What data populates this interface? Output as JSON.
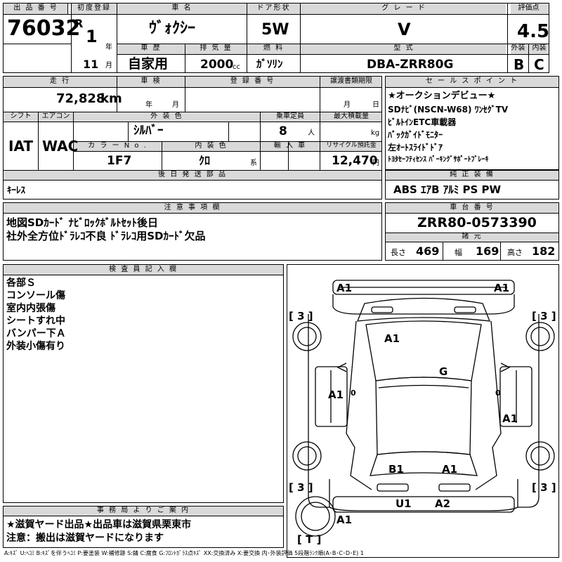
{
  "headers": {
    "lot_no": "出 品 番 号",
    "first_reg": "初度登録",
    "car_name": "車 名",
    "doors": "ドア形状",
    "grade": "グ レ ー ド",
    "score": "評価点",
    "history": "車 歴",
    "displacement": "排 気 量",
    "fuel": "燃 料",
    "model_code": "型 式",
    "exterior": "外装",
    "interior": "内装",
    "mileage": "走 行",
    "inspection": "車 検",
    "reg_no": "登 録 番 号",
    "transfer": "譲渡書類期限",
    "sales_points": "セ ー ル ス ポ イ ン ト",
    "shift": "シフト",
    "aircon": "エアコン",
    "ext_color": "外 装 色",
    "capacity": "乗車定員",
    "max_load": "最大積載量",
    "color_no": "カ ラ ー N o .",
    "int_color": "内 装 色",
    "import": "輸 入 車",
    "recycle": "リサイクル預託金",
    "later_parts": "後 日 発 送 部 品",
    "genuine_equipment": "純 正 装 備",
    "notes": "注 意 事 項 欄",
    "chassis_no": "車 台 番 号",
    "specs": "諸 元",
    "inspector": "検 査 員 記 入 欄",
    "office": "事 務 局 よ り ご 案 内"
  },
  "lot_no": "76032",
  "era": "R",
  "first_reg_year": "1",
  "year_unit": "年",
  "first_reg_month": "11",
  "month_unit": "月",
  "car_name": "ｳﾞｫｸｼｰ",
  "doors": "5W",
  "grade": "V",
  "score": "4.5",
  "history": "自家用",
  "displacement": "2000",
  "displacement_unit": "cc",
  "fuel": "ｶﾞｿﾘﾝ",
  "model_code": "DBA-ZRR80G",
  "exterior_grade": "B",
  "interior_grade": "C",
  "mileage": "72,828",
  "mileage_unit": "km",
  "inspection_year_unit": "年",
  "inspection_month_unit": "月",
  "transfer_month_unit": "月",
  "transfer_day_unit": "日",
  "sales_points": [
    "★オークションデビュー★",
    "SDﾅﾋﾞ(NSCN-W68) ﾜﾝｾｸﾞTV",
    "ﾋﾞﾙﾄｲﾝETC車載器",
    "ﾊﾞｯｸｶﾞｲﾄﾞﾓﾆﾀｰ",
    "左ｵｰﾄｽﾗｲﾄﾞﾄﾞｱ",
    "ﾄﾖﾀｾｰﾌﾃｨｾﾝｽ ﾊﾟｰｷﾝｸﾞｻﾎﾟｰﾄﾌﾞﾚｰｷ"
  ],
  "shift": "IAT",
  "aircon": "WAC",
  "ext_color": "ｼﾙﾊﾞｰ",
  "capacity": "8",
  "capacity_unit": "人",
  "max_load_unit": "kg",
  "color_no": "1F7",
  "int_color": "ｸﾛ",
  "int_color_unit": "系",
  "recycle": "12,470",
  "recycle_unit": "円",
  "later_parts": "ｷｰﾚｽ",
  "genuine_equipment": "ABS ｴｱB ｱﾙﾐ PS PW",
  "notes": [
    "地図SDｶｰﾄﾞ ﾅﾋﾞﾛｯｸﾎﾞﾙﾄｾｯﾄ後日",
    "社外全方位ﾄﾞﾗﾚｺ不良 ﾄﾞﾗﾚｺ用SDｶｰﾄﾞ欠品"
  ],
  "chassis_no": "ZRR80-0573390",
  "specs": {
    "length_label": "長さ",
    "length": "469",
    "width_label": "幅",
    "width": "169",
    "height_label": "高さ",
    "height": "182"
  },
  "inspector_notes": [
    "各部Ｓ",
    "コンソール傷",
    "室内内張傷",
    "シートすれ中",
    "バンパー下Ａ",
    "外装小傷有り"
  ],
  "diagram": {
    "marks": [
      "A1",
      "A1",
      "A1",
      "G",
      "A1",
      "A1",
      "B1",
      "A1",
      "U1",
      "A2",
      "A1"
    ],
    "tires": [
      "[ 3 ]",
      "[ 3 ]",
      "[ 3 ]",
      "[ 3 ]",
      "[ T ]"
    ]
  },
  "office": [
    "★滋賀ヤード出品★出品車は滋賀県栗東市",
    "注意：搬出は滋賀ヤードになります"
  ],
  "legend": "A:ｷｽﾞ U:ﾍｺﾐ B:ｷｽﾞを伴うﾍｺﾐ P:要塗装 W:補修跡 S:錆 C:腐食 G:ﾌﾛﾝﾄｶﾞﾗｽ点ｷｽﾞ XX:交換済み X:要交換 内･外装評価 5段階ﾗﾝｸ順(A･B･C･D･E) 1"
}
